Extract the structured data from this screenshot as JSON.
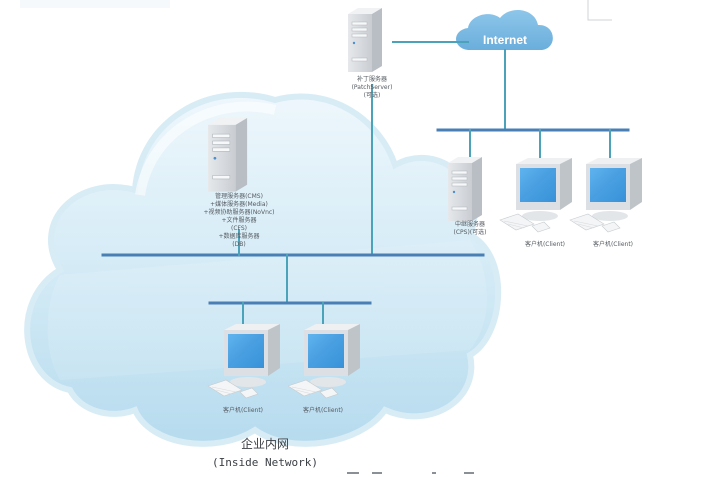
{
  "diagram": {
    "title": "企业内网",
    "subtitle": "(Inside Network)",
    "internet_label": "Internet",
    "colors": {
      "bus": "#4a7fb5",
      "link": "#4aa3b8",
      "cloud_inner": "#cde6f3",
      "cloud_outer": "#a9d3ea",
      "internet_cloud": "#7ab8e3",
      "screen": "#3d9be0"
    },
    "patch_server": {
      "lines": [
        "补丁服务器",
        "(PatchServer)",
        "(可选)"
      ]
    },
    "main_server": {
      "lines": [
        "管理服务器(CMS)",
        "+媒体服务器(Media)",
        "+视频协助服务器(NoVnc)",
        "+文件服务器",
        "(CFS)",
        "+数据库服务器",
        "(DB)"
      ]
    },
    "cps_server": {
      "lines": [
        "中继服务器",
        "(CPS)(可选)"
      ]
    },
    "external_clients": [
      {
        "label": "客户机(Client)"
      },
      {
        "label": "客户机(Client)"
      }
    ],
    "internal_clients": [
      {
        "label": "客户机(Client)"
      },
      {
        "label": "客户机(Client)"
      }
    ]
  }
}
